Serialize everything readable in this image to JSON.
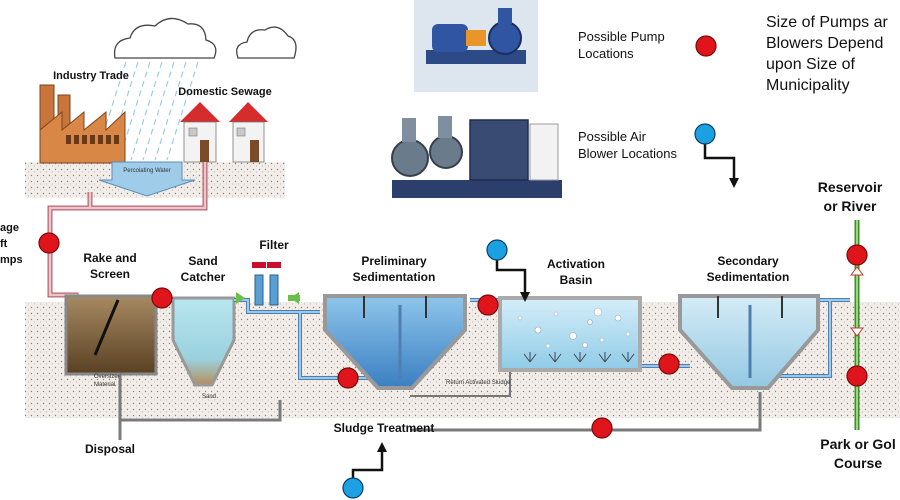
{
  "labels": {
    "industry": "Industry Trade",
    "domestic": "Domestic Sewage",
    "percolating": "Percolating Water",
    "lift_l1": "age",
    "lift_l2": "ft",
    "lift_l3": "mps",
    "rake_l1": "Rake and",
    "rake_l2": "Screen",
    "sand_l1": "Sand",
    "sand_l2": "Catcher",
    "filter": "Filter",
    "prelim_l1": "Preliminary",
    "prelim_l2": "Sedimentation",
    "activation_l1": "Activation",
    "activation_l2": "Basin",
    "secondary_l1": "Secondary",
    "secondary_l2": "Sedimentation",
    "reservoir_l1": "Reservoir",
    "reservoir_l2": "or River",
    "park_l1": "Park or Gol",
    "park_l2": "Course",
    "sludge": "Sludge Treatment",
    "disposal": "Disposal",
    "oversized_l1": "Oversized",
    "oversized_l2": "Material",
    "sand_small": "Sand",
    "return_sludge": "Return Activated Sludge"
  },
  "legend": {
    "pump_l1": "Possible Pump",
    "pump_l2": "Locations",
    "blower_l1": "Possible Air",
    "blower_l2": "Blower Locations",
    "note_l1": "Size of Pumps ar",
    "note_l2": "Blowers Depend",
    "note_l3": "upon Size of",
    "note_l4": "Municipality"
  },
  "colors": {
    "pump": "#e0141b",
    "blower": "#1ba1e2",
    "sewage_pipe": "#d9a0a8",
    "water_pipe": "#6fa8dc",
    "clean_pipe": "#6abf4b",
    "ground": "#efe9e4",
    "tank_wall": "#b8b8b8",
    "water": "#a9d8ee"
  }
}
